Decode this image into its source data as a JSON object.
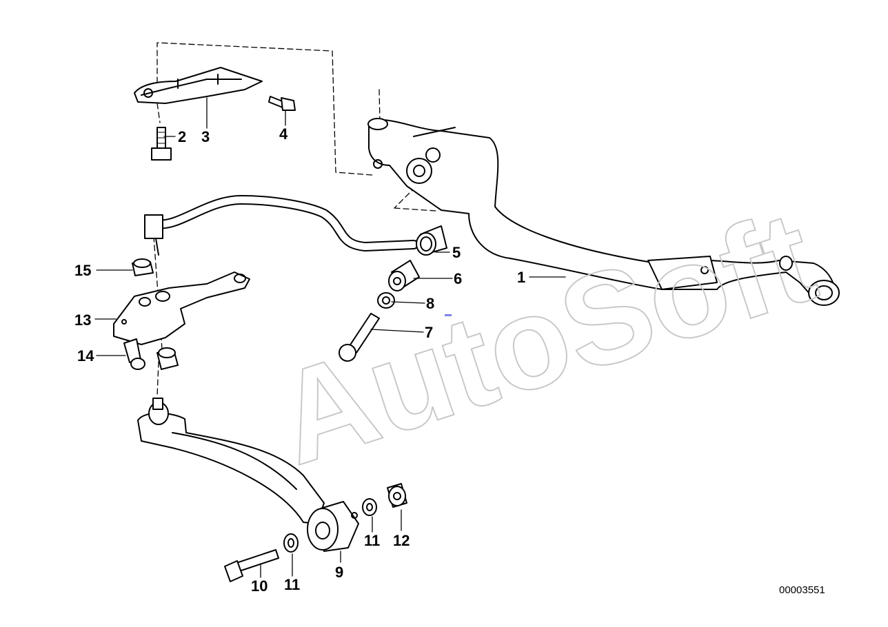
{
  "diagram_id": "00003551",
  "watermark": "AutoSoft",
  "callouts": {
    "c1": "1",
    "c2": "2",
    "c3": "3",
    "c4": "4",
    "c5": "5",
    "c6": "6",
    "c7": "7",
    "c8": "8",
    "c9": "9",
    "c10": "10",
    "c11a": "11",
    "c11b": "11",
    "c12": "12",
    "c13": "13",
    "c14": "14",
    "c15": "15"
  },
  "colors": {
    "line": "#000000",
    "watermark_stroke": "#c8c8c8",
    "background": "#ffffff"
  }
}
